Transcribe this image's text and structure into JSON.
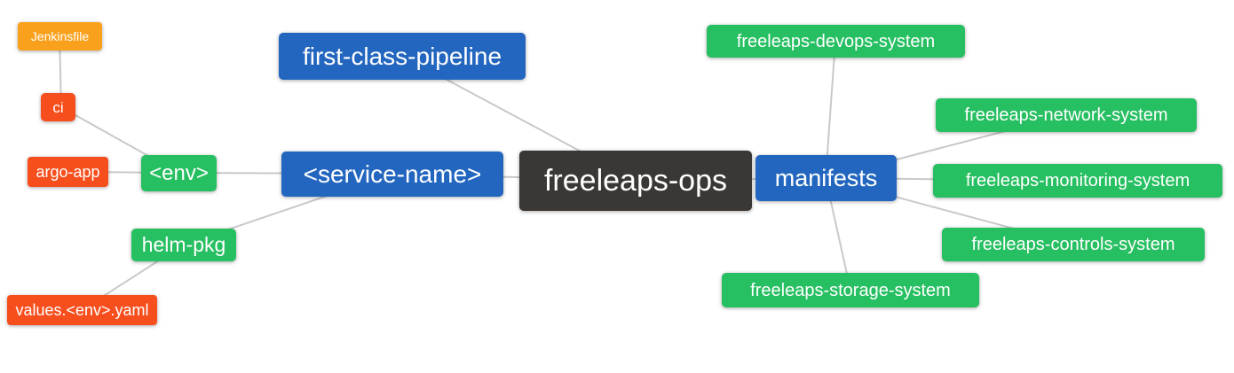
{
  "diagram": {
    "type": "mindmap",
    "root_label": "freeleaps-ops",
    "colors": {
      "branch_blue": "#2366bf",
      "leaf_green": "#26bf61",
      "leaf_red": "#f74e1d",
      "leaf_orange": "#f9a11d",
      "root_dark": "#3b3734",
      "edge_gray": "#c9c9c9",
      "text": "#ffffff",
      "background": "#ffffff"
    },
    "nodes": {
      "jenkinsfile": {
        "label": "Jenkinsfile",
        "color": "#f9a11d"
      },
      "ci": {
        "label": "ci",
        "color": "#f74e1d"
      },
      "argo_app": {
        "label": "argo-app",
        "color": "#f74e1d"
      },
      "env": {
        "label": "<env>",
        "color": "#26bf61"
      },
      "helm_pkg": {
        "label": "helm-pkg",
        "color": "#26bf61"
      },
      "values_env_yaml": {
        "label": "values.<env>.yaml",
        "color": "#f74e1d"
      },
      "first_class_pipeline": {
        "label": "first-class-pipeline",
        "color": "#2366bf"
      },
      "service_name": {
        "label": "<service-name>",
        "color": "#2366bf"
      },
      "freeleaps_ops": {
        "label": "freeleaps-ops",
        "color": "#3b3734"
      },
      "manifests": {
        "label": "manifests",
        "color": "#2366bf"
      },
      "devops_system": {
        "label": "freeleaps-devops-system",
        "color": "#26bf61"
      },
      "network_system": {
        "label": "freeleaps-network-system",
        "color": "#26bf61"
      },
      "monitoring_system": {
        "label": "freeleaps-monitoring-system",
        "color": "#26bf61"
      },
      "controls_system": {
        "label": "freeleaps-controls-system",
        "color": "#26bf61"
      },
      "storage_system": {
        "label": "freeleaps-storage-system",
        "color": "#26bf61"
      }
    },
    "edges": [
      {
        "from": "Jenkinsfile",
        "to": "ci"
      },
      {
        "from": "ci",
        "to": "<env>"
      },
      {
        "from": "argo-app",
        "to": "<env>"
      },
      {
        "from": "<env>",
        "to": "<service-name>"
      },
      {
        "from": "helm-pkg",
        "to": "<service-name>"
      },
      {
        "from": "values.<env>.yaml",
        "to": "helm-pkg"
      },
      {
        "from": "first-class-pipeline",
        "to": "freeleaps-ops"
      },
      {
        "from": "<service-name>",
        "to": "freeleaps-ops"
      },
      {
        "from": "freeleaps-ops",
        "to": "manifests"
      },
      {
        "from": "manifests",
        "to": "freeleaps-devops-system"
      },
      {
        "from": "manifests",
        "to": "freeleaps-network-system"
      },
      {
        "from": "manifests",
        "to": "freeleaps-monitoring-system"
      },
      {
        "from": "manifests",
        "to": "freeleaps-controls-system"
      },
      {
        "from": "manifests",
        "to": "freeleaps-storage-system"
      }
    ]
  }
}
